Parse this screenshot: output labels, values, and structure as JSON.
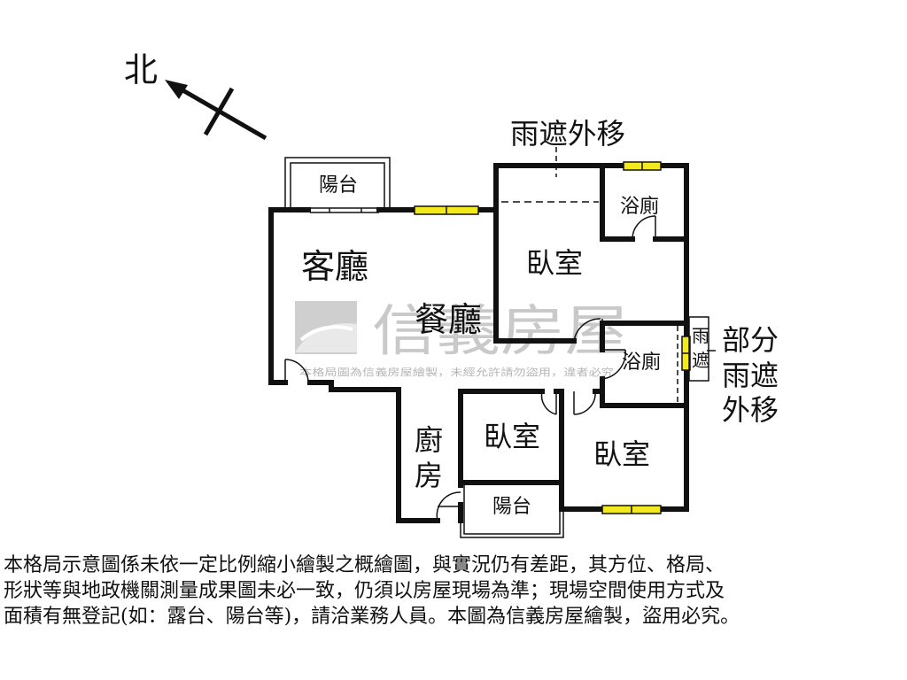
{
  "compass": {
    "north_label": "北"
  },
  "annotations": {
    "awning_top": "雨遮外移",
    "awning_right_line1": "部分",
    "awning_right_line2": "雨遮",
    "awning_right_line3": "外移",
    "awning_tag_1": "雨",
    "awning_tag_2": "遮"
  },
  "rooms": {
    "balcony_top": "陽台",
    "living_room": "客廳",
    "dining_room": "餐廳",
    "bedroom_top": "臥室",
    "bathroom_top": "浴廁",
    "bathroom_mid": "浴廁",
    "bedroom_small": "臥室",
    "bedroom_bottom": "臥室",
    "kitchen_1": "廚",
    "kitchen_2": "房",
    "balcony_bottom": "陽台"
  },
  "watermark": {
    "brand": "信義房屋",
    "notice": "本格局圖為信義房屋繪製，未經允許請勿盜用，違者必究"
  },
  "colors": {
    "wall": "#111111",
    "window_fill": "#f2ea1e",
    "watermark": "#c9c9c9"
  },
  "disclaimer": {
    "line1": "本格局示意圖係未依一定比例縮小繪製之概繪圖，與實況仍有差距，其方位、格局、",
    "line2": "形狀等與地政機關測量成果圖未必一致，仍須以房屋現場為準；現場空間使用方式及",
    "line3": "面積有無登記(如：露台、陽台等)，請洽業務人員。本圖為信義房屋繪製，盜用必究。"
  }
}
